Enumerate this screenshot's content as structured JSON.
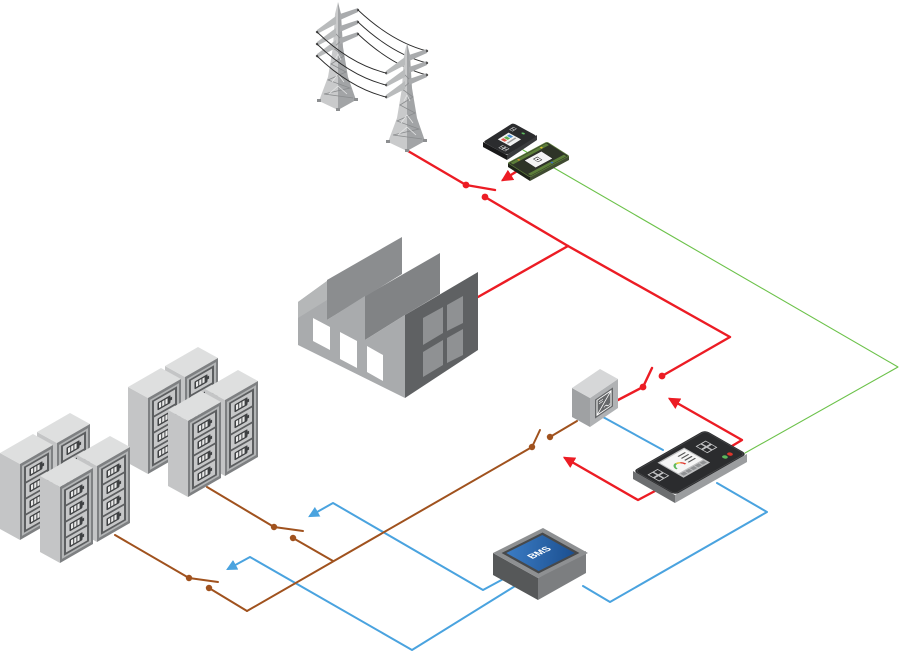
{
  "diagram": {
    "bms_label": "BMS",
    "colors": {
      "ac_line": "#ec1c24",
      "dc_line": "#a0521e",
      "comm_line": "#4aa3df",
      "network_line": "#6cc24a",
      "bms_screen": "#2a66ae",
      "background": "#ffffff"
    },
    "components": [
      {
        "id": "grid",
        "icon": "transmission-tower-icon",
        "count": 2
      },
      {
        "id": "meter",
        "icon": "power-meter-icon"
      },
      {
        "id": "communication-module",
        "icon": "circuit-board-icon"
      },
      {
        "id": "factory",
        "icon": "factory-icon"
      },
      {
        "id": "inverter",
        "icon": "dc-ac-inverter-icon"
      },
      {
        "id": "controller",
        "icon": "hmi-controller-icon"
      },
      {
        "id": "bms",
        "icon": "bms-box-icon"
      },
      {
        "id": "battery-storage",
        "icon": "battery-cabinet-icon",
        "count": 8
      }
    ]
  }
}
